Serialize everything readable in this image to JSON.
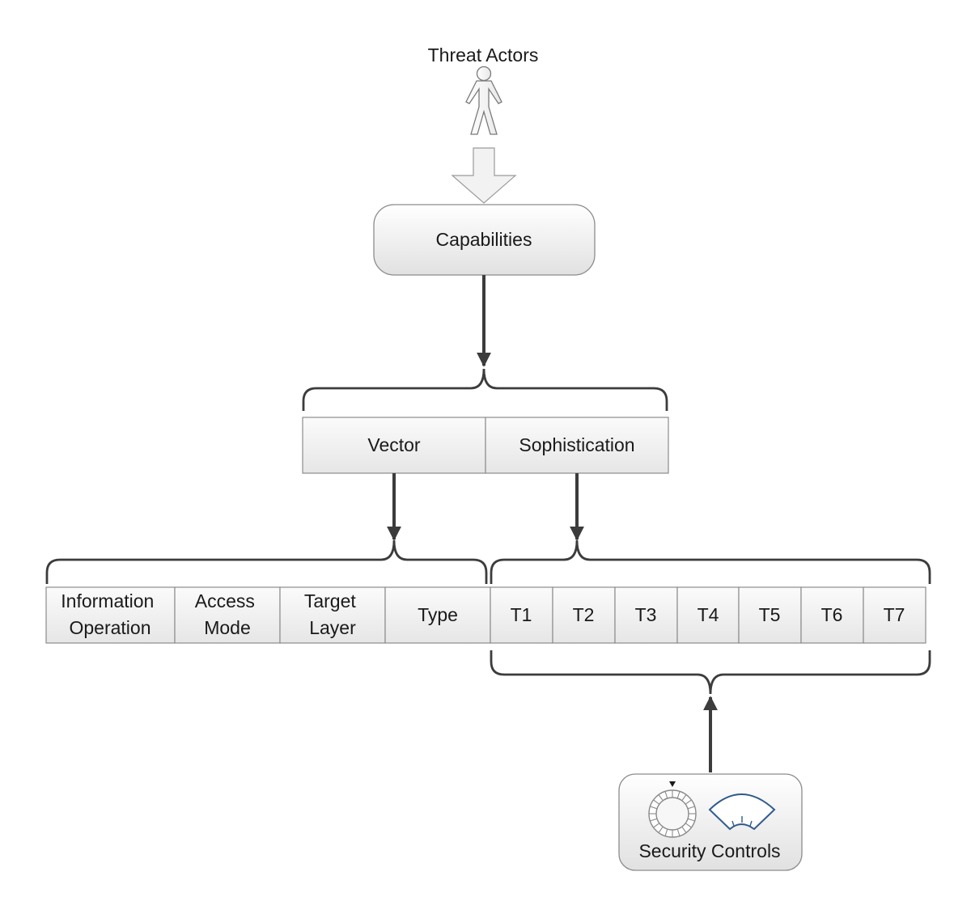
{
  "threat_actors": {
    "label": "Threat Actors"
  },
  "capabilities": {
    "label": "Capabilities"
  },
  "capability_fields": [
    {
      "label": "Vector"
    },
    {
      "label": "Sophistication"
    }
  ],
  "vector_fields": [
    {
      "lines": [
        "Information",
        "Operation"
      ]
    },
    {
      "lines": [
        "Access",
        "Mode"
      ]
    },
    {
      "lines": [
        "Target",
        "Layer"
      ]
    },
    {
      "lines": [
        "Type"
      ]
    }
  ],
  "sophistication_tiers": [
    {
      "label": "T1"
    },
    {
      "label": "T2"
    },
    {
      "label": "T3"
    },
    {
      "label": "T4"
    },
    {
      "label": "T5"
    },
    {
      "label": "T6"
    },
    {
      "label": "T7"
    }
  ],
  "security_controls": {
    "label": "Security Controls"
  },
  "colors": {
    "box_fill_top": "#ffffff",
    "box_fill_bottom": "#e2e2e2",
    "box_stroke": "#8c8c8c",
    "connector": "#3c3c3c",
    "gauge_blue": "#2f5b8c"
  }
}
